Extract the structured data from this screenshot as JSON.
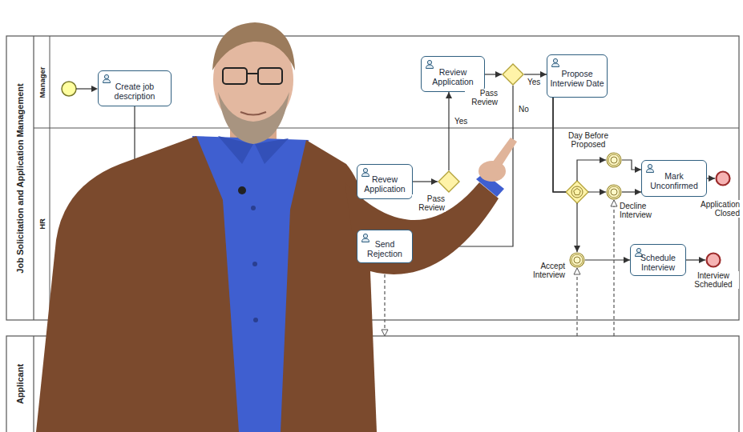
{
  "diagram": {
    "nodes": [
      {
        "text": [
          "Job Solicitation and Application Management"
        ]
      },
      {
        "text": [
          "Manager"
        ],
        "in": 0
      },
      {
        "text": [
          "HR"
        ],
        "in": 0
      },
      {
        "text": [
          "Create job description"
        ],
        "in": 1
      },
      {
        "text": [
          "Review Application"
        ],
        "in": 1
      },
      {
        "text": [
          "Pass Review"
        ],
        "in": 1
      },
      {
        "text": [
          "Propose Interview Date"
        ],
        "in": 1
      },
      {
        "text": [
          "Revew Application"
        ],
        "in": 2
      },
      {
        "text": [
          "Pass Review"
        ],
        "in": 2
      },
      {
        "text": [
          "Send Rejection"
        ],
        "in": 2
      },
      {
        "text": [
          "Day Before Proposed"
        ],
        "in": 2
      },
      {
        "text": [
          "Decline Interview"
        ],
        "in": 2
      },
      {
        "text": [
          "Mark Unconfirmed"
        ],
        "in": 2
      },
      {
        "text": [
          "Application Closed"
        ],
        "in": 2
      },
      {
        "text": [
          "Accept Interview"
        ],
        "in": 2
      },
      {
        "text": [
          "Schedule Interview"
        ],
        "in": 2
      },
      {
        "text": [
          "Interview Scheduled"
        ],
        "in": 2
      },
      {
        "text": [
          "Applicant"
        ]
      }
    ],
    "edges": [
      {
        "from": 3,
        "to": 7,
        "arrow": "to"
      },
      {
        "from": 7,
        "to": 8,
        "arrow": "to"
      },
      {
        "from": 8,
        "to": 4,
        "label": "Yes",
        "arrow": "to"
      },
      {
        "from": 4,
        "to": 5,
        "arrow": "to"
      },
      {
        "from": 5,
        "to": 6,
        "label": "Yes",
        "arrow": "to"
      },
      {
        "from": 5,
        "to": 9,
        "label": "No",
        "arrow": "to"
      },
      {
        "from": 6,
        "to": 10,
        "arrow": "to"
      },
      {
        "from": 6,
        "to": 11,
        "arrow": "to"
      },
      {
        "from": 6,
        "to": 14,
        "arrow": "to"
      },
      {
        "from": 10,
        "to": 12,
        "arrow": "to"
      },
      {
        "from": 11,
        "to": 12,
        "arrow": "to"
      },
      {
        "from": 12,
        "to": 13,
        "arrow": "to"
      },
      {
        "from": 14,
        "to": 15,
        "arrow": "to"
      },
      {
        "from": 15,
        "to": 16,
        "arrow": "to"
      },
      {
        "from": 17,
        "to": 11,
        "arrow": "to"
      },
      {
        "from": 17,
        "to": 14,
        "arrow": "to"
      },
      {
        "from": 9,
        "to": 17,
        "arrow": "to"
      }
    ]
  }
}
